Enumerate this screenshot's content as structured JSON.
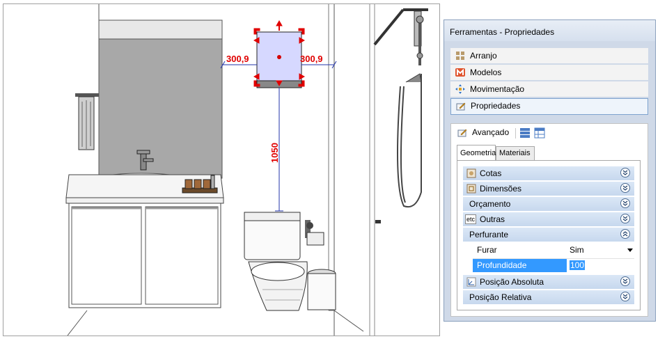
{
  "viewport": {
    "dim_left": "300,9",
    "dim_right": "300,9",
    "dim_vertical": "1050",
    "colors": {
      "dimension": "#e00000",
      "wall_panel": "#a8a8a8",
      "selection": "#d6d8ff"
    }
  },
  "panel": {
    "title": "Ferramentas - Propriedades",
    "nav": [
      {
        "icon": "arrange-icon",
        "label": "Arranjo"
      },
      {
        "icon": "models-icon",
        "label": "Modelos"
      },
      {
        "icon": "move-icon",
        "label": "Movimentação"
      },
      {
        "icon": "properties-icon",
        "label": "Propriedades"
      }
    ],
    "sub": {
      "header": "Avançado",
      "tabs": [
        "Geometria",
        "Materiais"
      ],
      "sections": {
        "cotas": "Cotas",
        "dimensoes": "Dimensões",
        "orcamento": "Orçamento",
        "outras": "Outras",
        "outras_badge": "etc",
        "perfurante": "Perfurante",
        "posicao_absoluta": "Posição Absoluta",
        "posicao_relativa": "Posição Relativa"
      },
      "properties": {
        "furar_label": "Furar",
        "furar_value": "Sim",
        "profundidade_label": "Profundidade",
        "profundidade_value": "100"
      }
    }
  }
}
